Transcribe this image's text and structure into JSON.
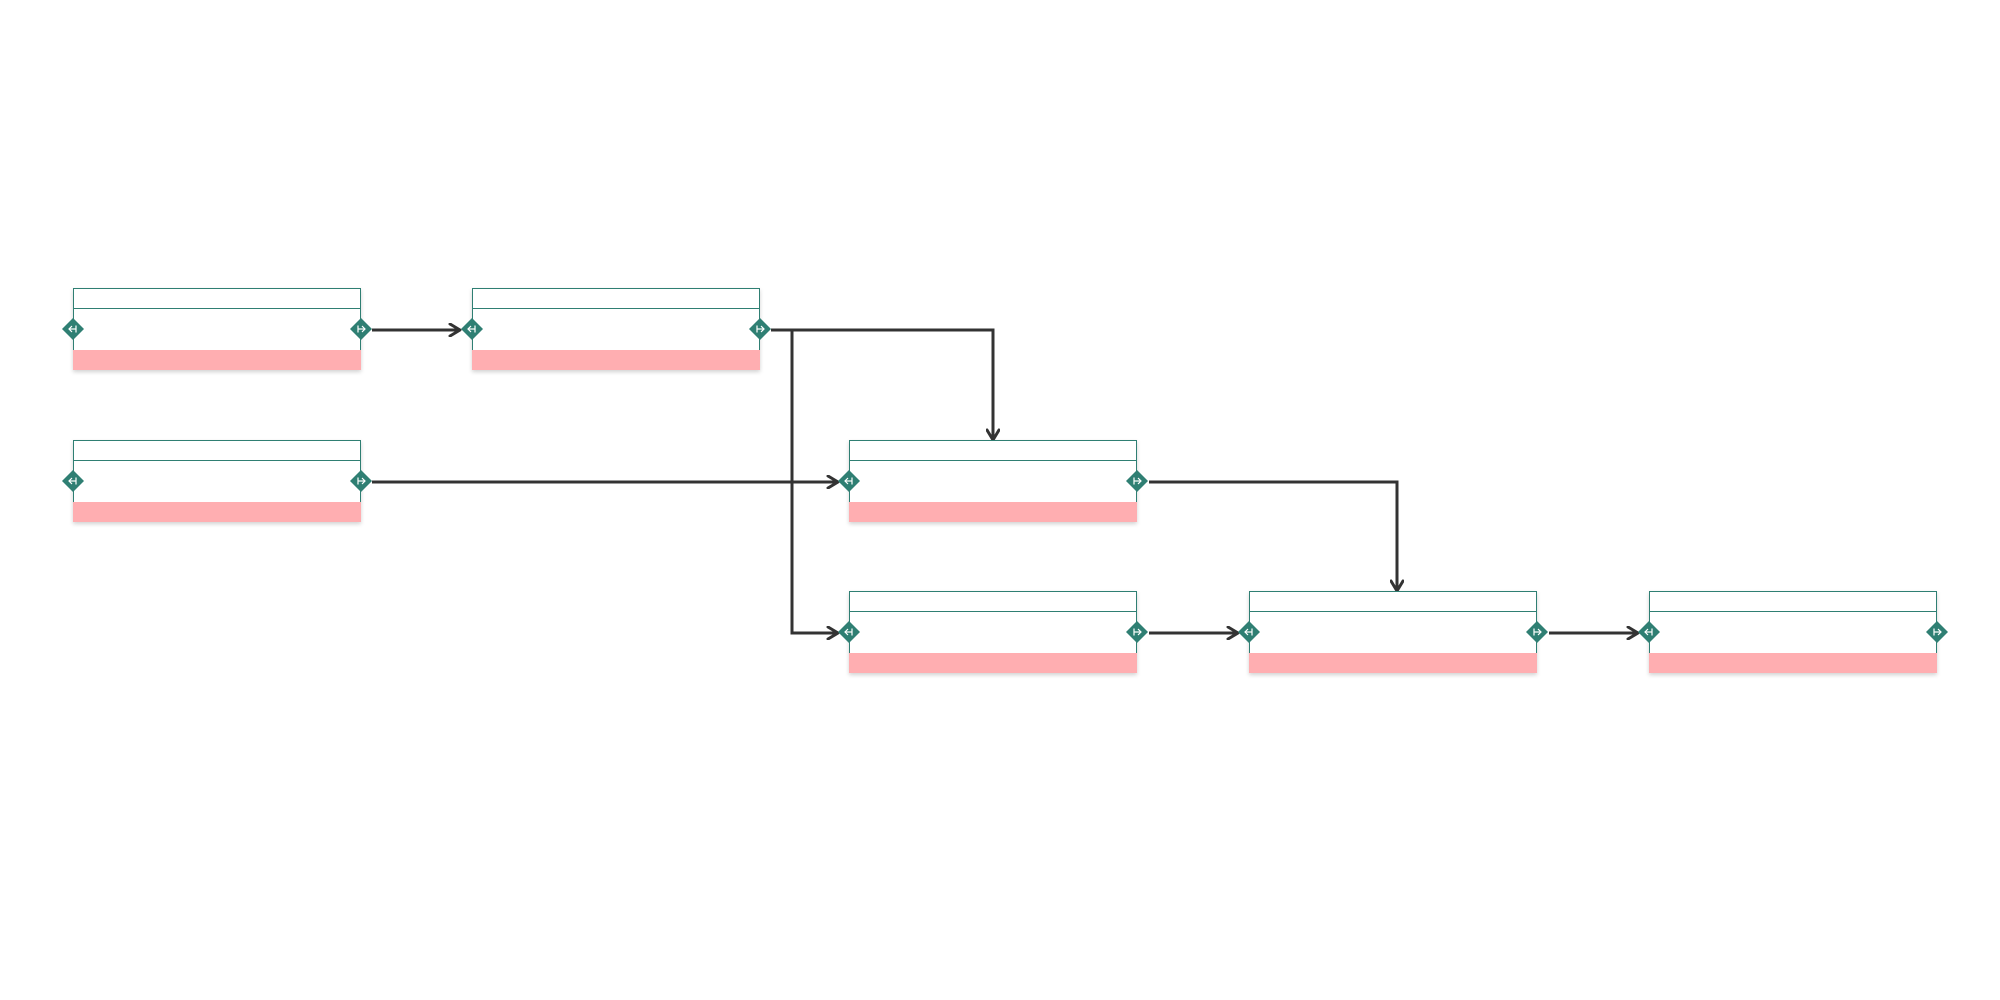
{
  "colors": {
    "accent": "#2f7f73",
    "bar": "#ffaeb1",
    "connector": "#333333",
    "background": "#ffffff"
  },
  "port_icons": {
    "start": "start-port-icon",
    "end": "end-port-icon"
  },
  "tasks": [
    {
      "id": "task-1",
      "header": "",
      "label": "",
      "bar_label": ""
    },
    {
      "id": "task-2",
      "header": "",
      "label": "",
      "bar_label": ""
    },
    {
      "id": "task-3",
      "header": "",
      "label": "",
      "bar_label": ""
    },
    {
      "id": "task-4",
      "header": "",
      "label": "",
      "bar_label": ""
    },
    {
      "id": "task-5",
      "header": "",
      "label": "",
      "bar_label": ""
    },
    {
      "id": "task-6",
      "header": "",
      "label": "",
      "bar_label": ""
    },
    {
      "id": "task-7",
      "header": "",
      "label": "",
      "bar_label": ""
    }
  ],
  "links": [
    {
      "from": "task-1",
      "to": "task-2"
    },
    {
      "from": "task-2",
      "to": "task-4"
    },
    {
      "from": "task-2",
      "to": "task-5"
    },
    {
      "from": "task-3",
      "to": "task-4"
    },
    {
      "from": "task-4",
      "to": "task-6"
    },
    {
      "from": "task-5",
      "to": "task-6"
    },
    {
      "from": "task-6",
      "to": "task-7"
    }
  ]
}
